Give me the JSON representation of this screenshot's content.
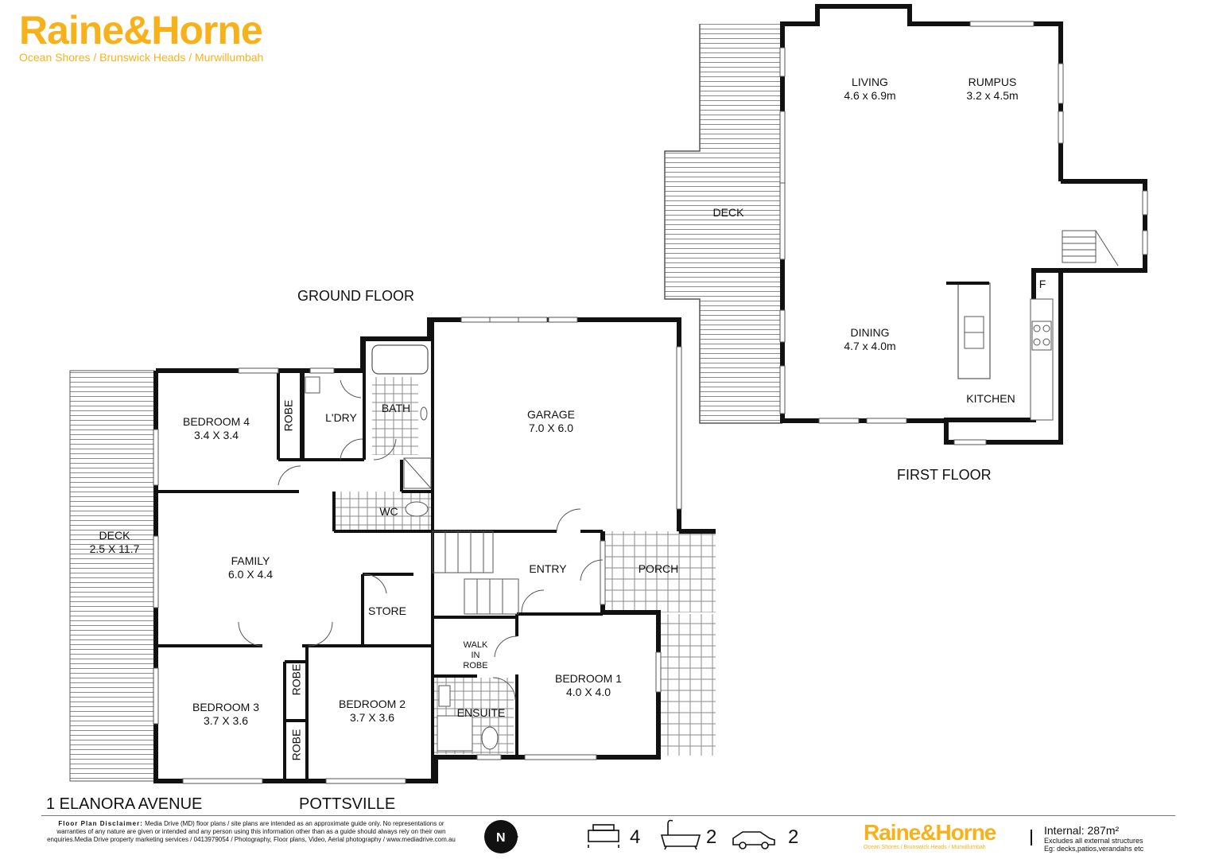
{
  "brand": {
    "name": "Raine&Horne",
    "offices": "Ocean Shores / Brunswick Heads / Murwillumbah",
    "color": "#f7b21b"
  },
  "floors": {
    "ground": "GROUND FLOOR",
    "first": "FIRST FLOOR"
  },
  "rooms": {
    "living": {
      "name": "LIVING",
      "dim": "4.6 x 6.9m"
    },
    "rumpus": {
      "name": "RUMPUS",
      "dim": "3.2 x 4.5m"
    },
    "deck_upper": {
      "name": "DECK"
    },
    "dining": {
      "name": "DINING",
      "dim": "4.7 x 4.0m"
    },
    "kitchen": {
      "name": "KITCHEN"
    },
    "fridge": {
      "name": "F"
    },
    "bedroom4": {
      "name": "BEDROOM 4",
      "dim": "3.4 X 3.4"
    },
    "robe4": {
      "name": "ROBE"
    },
    "laundry": {
      "name": "L'DRY"
    },
    "bath": {
      "name": "BATH"
    },
    "garage": {
      "name": "GARAGE",
      "dim": "7.0 X 6.0"
    },
    "wc": {
      "name": "WC"
    },
    "deck_lower": {
      "name": "DECK",
      "dim": "2.5 X 11.7"
    },
    "family": {
      "name": "FAMILY",
      "dim": "6.0 X 4.4"
    },
    "entry": {
      "name": "ENTRY"
    },
    "porch": {
      "name": "PORCH"
    },
    "store": {
      "name": "STORE"
    },
    "walk_in_robe": {
      "line1": "WALK",
      "line2": "IN",
      "line3": "ROBE"
    },
    "bedroom1": {
      "name": "BEDROOM 1",
      "dim": "4.0 X 4.0"
    },
    "ensuite": {
      "name": "ENSUITE"
    },
    "bedroom3": {
      "name": "BEDROOM 3",
      "dim": "3.7 X 3.6"
    },
    "robe3": {
      "name": "ROBE"
    },
    "robe3b": {
      "name": "ROBE"
    },
    "bedroom2": {
      "name": "BEDROOM 2",
      "dim": "3.7 X 3.6"
    }
  },
  "address": {
    "street": "1 ELANORA AVENUE",
    "suburb": "POTTSVILLE"
  },
  "disclaimer": {
    "heading": "Floor Plan Disclaimer:",
    "text": "Media Drive (MD) floor plans / site plans are intended as an approximate guide only. No representations or warranties of any nature are given or intended and any person using this information other than as a guide should always rely on their own enquiries.Media Drive property marketing services / 0413979054 / Photography, Floor plans, Video, Aerial photography / www.mediadrive.com.au"
  },
  "features": {
    "compass_icon": "north-arrow-icon",
    "bed_icon": "bed-icon",
    "bath_icon": "bathtub-icon",
    "car_icon": "car-icon",
    "beds": "4",
    "baths": "2",
    "cars": "2"
  },
  "area": {
    "internal": "Internal:  287m²",
    "note1": "Excludes all external structures",
    "note2": "Eg: decks,patios,verandahs etc"
  }
}
